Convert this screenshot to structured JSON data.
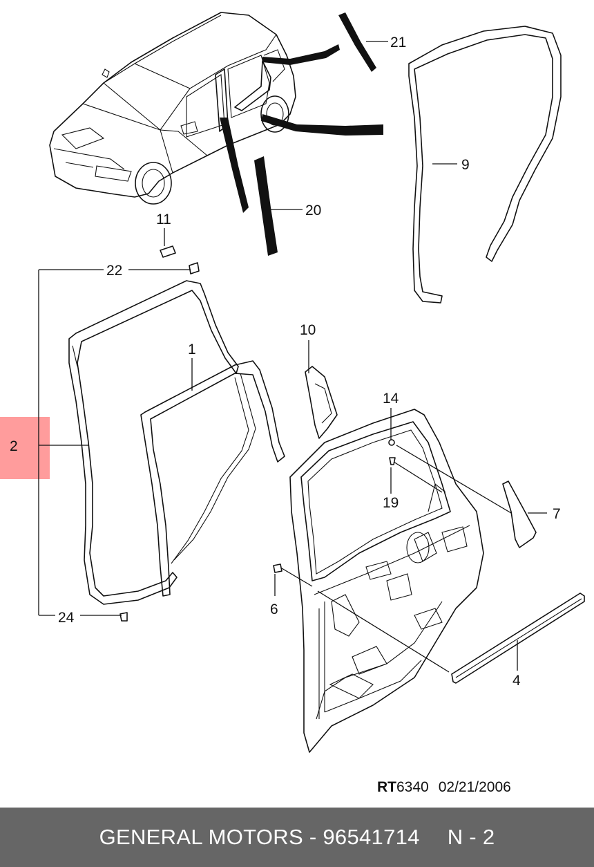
{
  "callouts": [
    {
      "id": "21",
      "label": "21"
    },
    {
      "id": "9",
      "label": "9"
    },
    {
      "id": "20",
      "label": "20"
    },
    {
      "id": "11",
      "label": "11"
    },
    {
      "id": "22",
      "label": "22"
    },
    {
      "id": "1",
      "label": "1"
    },
    {
      "id": "10",
      "label": "10"
    },
    {
      "id": "14",
      "label": "14"
    },
    {
      "id": "2",
      "label": "2"
    },
    {
      "id": "19",
      "label": "19"
    },
    {
      "id": "7",
      "label": "7"
    },
    {
      "id": "6",
      "label": "6"
    },
    {
      "id": "24",
      "label": "24"
    },
    {
      "id": "4",
      "label": "4"
    }
  ],
  "highlighted_callout": "2",
  "drawing_code": {
    "prefix": "RT",
    "number": "6340",
    "date": "02/21/2006"
  },
  "footer": {
    "brand": "GENERAL MOTORS - 96541714",
    "page": "N - 2"
  },
  "colors": {
    "highlight": "#ff5a5a",
    "footer_bg": "#666666",
    "footer_text": "#ffffff"
  }
}
